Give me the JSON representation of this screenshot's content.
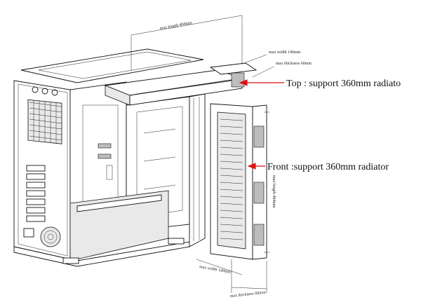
{
  "dimensions": {
    "top_max_length": "max length 404mm",
    "top_max_width": "max width 140mm",
    "top_max_thickness": "max thickness 60mm",
    "front_max_length": "max length 404mm",
    "front_max_width": "max width 140mm",
    "front_max_thickness": "max thickness 60mm"
  },
  "callouts": {
    "top": "Top : support 360mm radiato",
    "front": "Front :support 360mm radiator"
  },
  "colors": {
    "line": "#111111",
    "arrow": "#dd1111",
    "background": "#ffffff"
  }
}
